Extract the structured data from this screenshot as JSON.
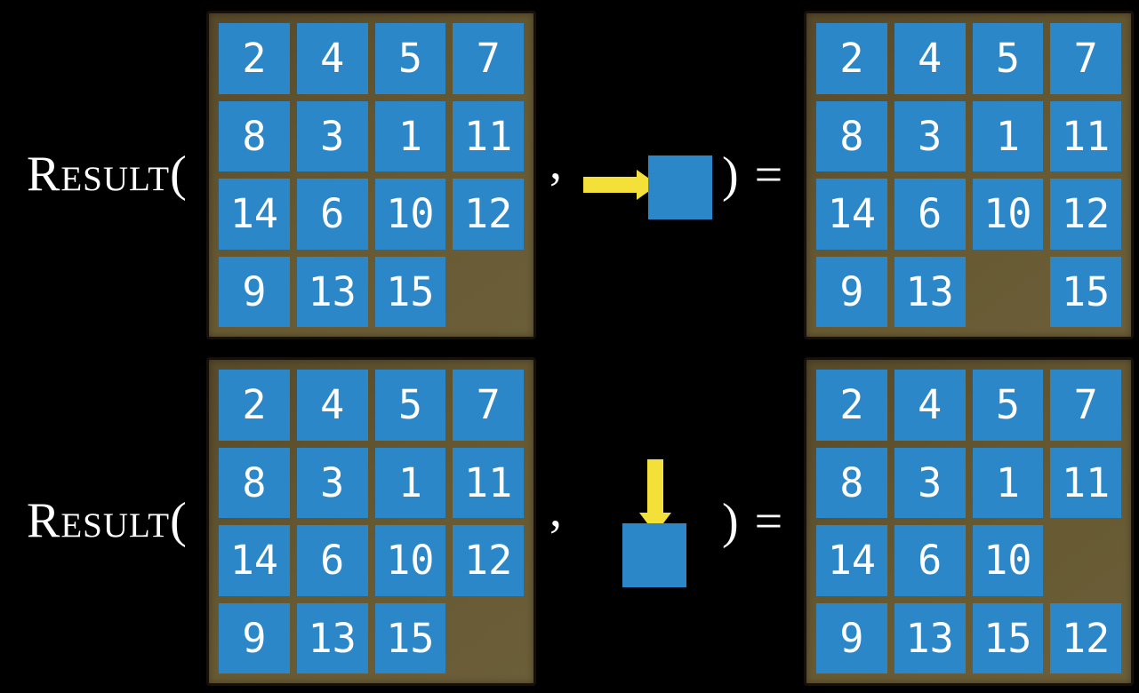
{
  "colors": {
    "background": "#000000",
    "tile": "#2b87c8",
    "tile_text": "#ffffff",
    "board_frame": "#675a32",
    "board_frame_border": "#15100a",
    "arrow_yellow": "#f3e13a",
    "text": "#ffffff"
  },
  "equations": [
    {
      "function_label": "Result(",
      "separator": ",",
      "closing": ") =",
      "action": {
        "icon": "right-arrow-icon",
        "direction": "right"
      },
      "before_board": {
        "rows": [
          [
            "2",
            "4",
            "5",
            "7"
          ],
          [
            "8",
            "3",
            "1",
            "11"
          ],
          [
            "14",
            "6",
            "10",
            "12"
          ],
          [
            "9",
            "13",
            "15",
            ""
          ]
        ]
      },
      "after_board": {
        "rows": [
          [
            "2",
            "4",
            "5",
            "7"
          ],
          [
            "8",
            "3",
            "1",
            "11"
          ],
          [
            "14",
            "6",
            "10",
            "12"
          ],
          [
            "9",
            "13",
            "",
            "15"
          ]
        ]
      }
    },
    {
      "function_label": "Result(",
      "separator": ",",
      "closing": ") =",
      "action": {
        "icon": "down-arrow-icon",
        "direction": "down"
      },
      "before_board": {
        "rows": [
          [
            "2",
            "4",
            "5",
            "7"
          ],
          [
            "8",
            "3",
            "1",
            "11"
          ],
          [
            "14",
            "6",
            "10",
            "12"
          ],
          [
            "9",
            "13",
            "15",
            ""
          ]
        ]
      },
      "after_board": {
        "rows": [
          [
            "2",
            "4",
            "5",
            "7"
          ],
          [
            "8",
            "3",
            "1",
            "11"
          ],
          [
            "14",
            "6",
            "10",
            ""
          ],
          [
            "9",
            "13",
            "15",
            "12"
          ]
        ]
      }
    }
  ]
}
